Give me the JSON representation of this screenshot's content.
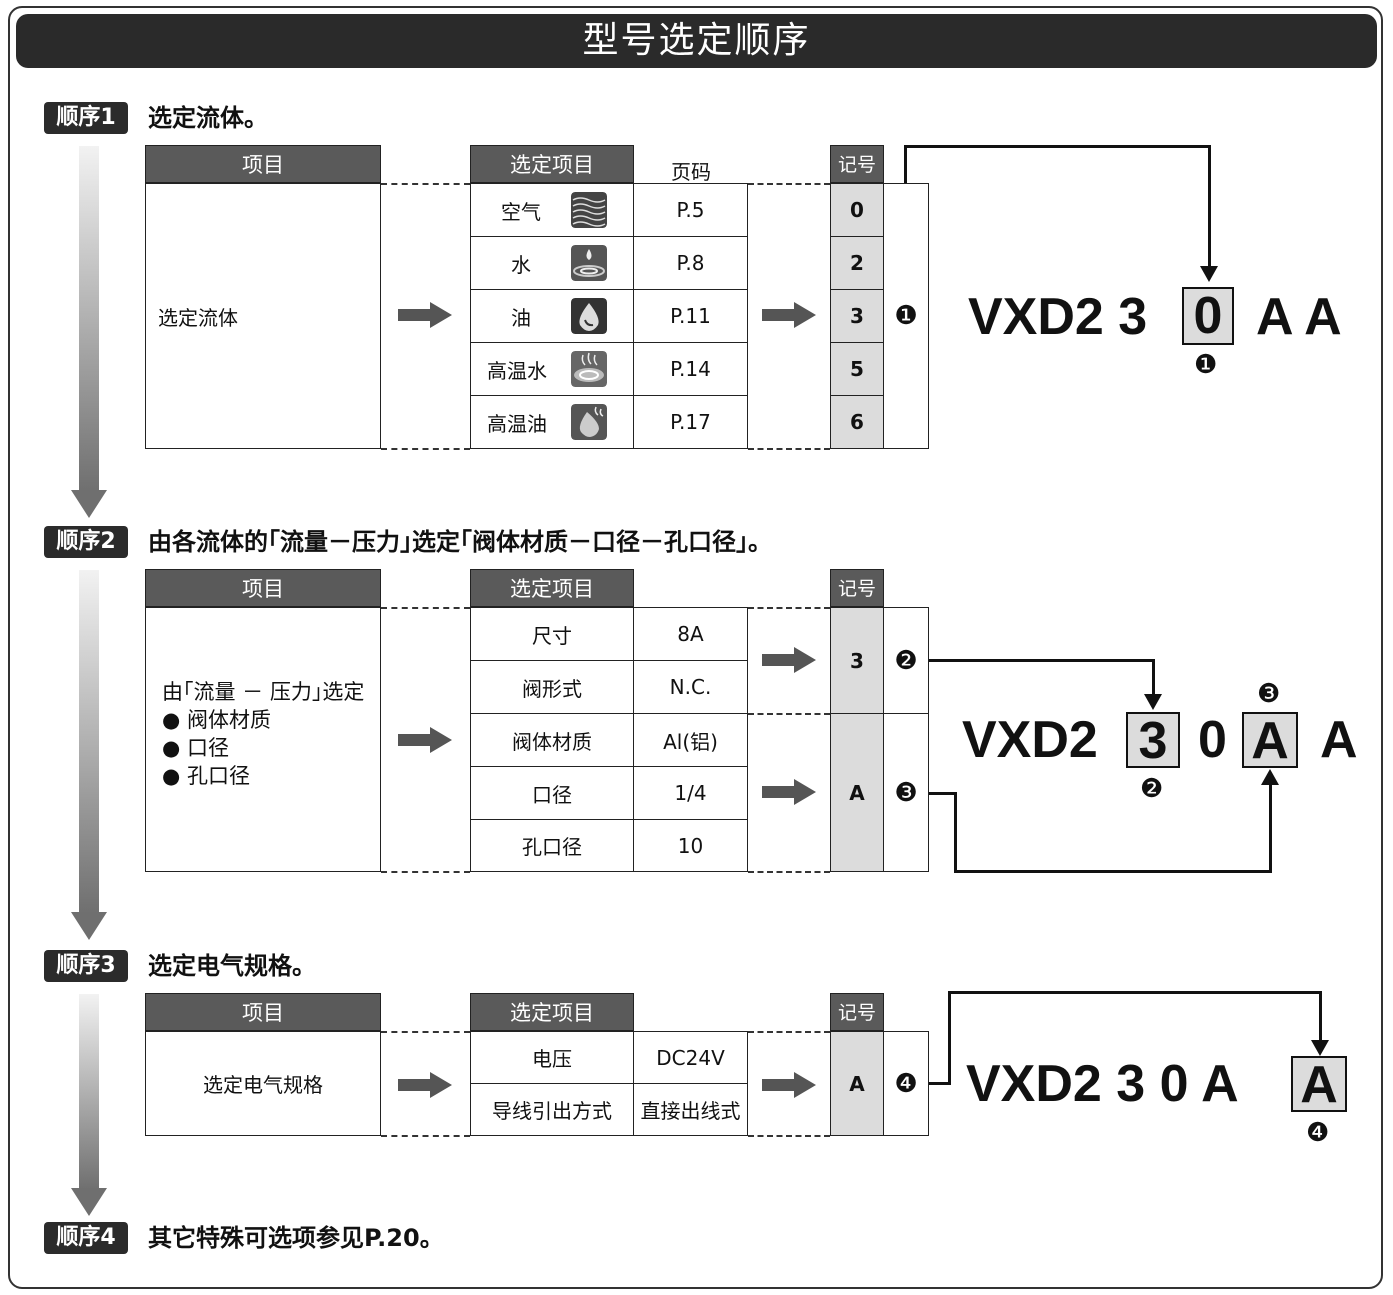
{
  "title": "型号选定顺序",
  "step1": {
    "badge": "顺序1",
    "text": "选定流体。",
    "headers": {
      "item": "项目",
      "select": "选定项目",
      "page": "页码",
      "code": "记号"
    },
    "item": "选定流体",
    "rows": [
      {
        "name": "空气",
        "icon": "air-icon",
        "page": "P.5",
        "code": "0"
      },
      {
        "name": "水",
        "icon": "water-icon",
        "page": "P.8",
        "code": "2"
      },
      {
        "name": "油",
        "icon": "oil-icon",
        "page": "P.11",
        "code": "3"
      },
      {
        "name": "高温水",
        "icon": "hot-water-icon",
        "page": "P.14",
        "code": "5"
      },
      {
        "name": "高温油",
        "icon": "hot-oil-icon",
        "page": "P.17",
        "code": "6"
      }
    ],
    "marker": "❶",
    "model": {
      "prefix": "VXD2 3",
      "boxed": "0",
      "suffix": "A A",
      "marker": "❶"
    }
  },
  "step2": {
    "badge": "顺序2",
    "text": "由各流体的｢流量－压力｣选定｢阀体材质－口径－孔口径｣。",
    "headers": {
      "item": "项目",
      "select": "选定项目",
      "code": "记号"
    },
    "item_title": "由｢流量 － 压力｣选定",
    "item_bullets": [
      "● 阀体材质",
      "● 口径",
      "● 孔口径"
    ],
    "rows": [
      {
        "name": "尺寸",
        "value": "8A"
      },
      {
        "name": "阀形式",
        "value": "N.C."
      },
      {
        "name": "阀体材质",
        "value": "Al(铝)"
      },
      {
        "name": "口径",
        "value": "1/4"
      },
      {
        "name": "孔口径",
        "value": "10"
      }
    ],
    "codes": [
      {
        "code": "3",
        "marker": "❷"
      },
      {
        "code": "A",
        "marker": "❸"
      }
    ],
    "model": {
      "prefix": "VXD2",
      "box1": "3",
      "mid": "0",
      "box2": "A",
      "suffix": "A",
      "marker1": "❷",
      "marker2": "❸"
    }
  },
  "step3": {
    "badge": "顺序3",
    "text": "选定电气规格。",
    "headers": {
      "item": "项目",
      "select": "选定项目",
      "code": "记号"
    },
    "item": "选定电气规格",
    "rows": [
      {
        "name": "电压",
        "value": "DC24V"
      },
      {
        "name": "导线引出方式",
        "value": "直接出线式"
      }
    ],
    "code": "A",
    "marker": "❹",
    "model": {
      "prefix": "VXD2 3 0 A",
      "boxed": "A",
      "marker": "❹"
    }
  },
  "step4": {
    "badge": "顺序4",
    "text": "其它特殊可选项参见P.20。"
  },
  "colors": {
    "header": "#5a5a5a",
    "title_bar": "#2a2a2a",
    "code_fill": "#dcdcdc"
  }
}
